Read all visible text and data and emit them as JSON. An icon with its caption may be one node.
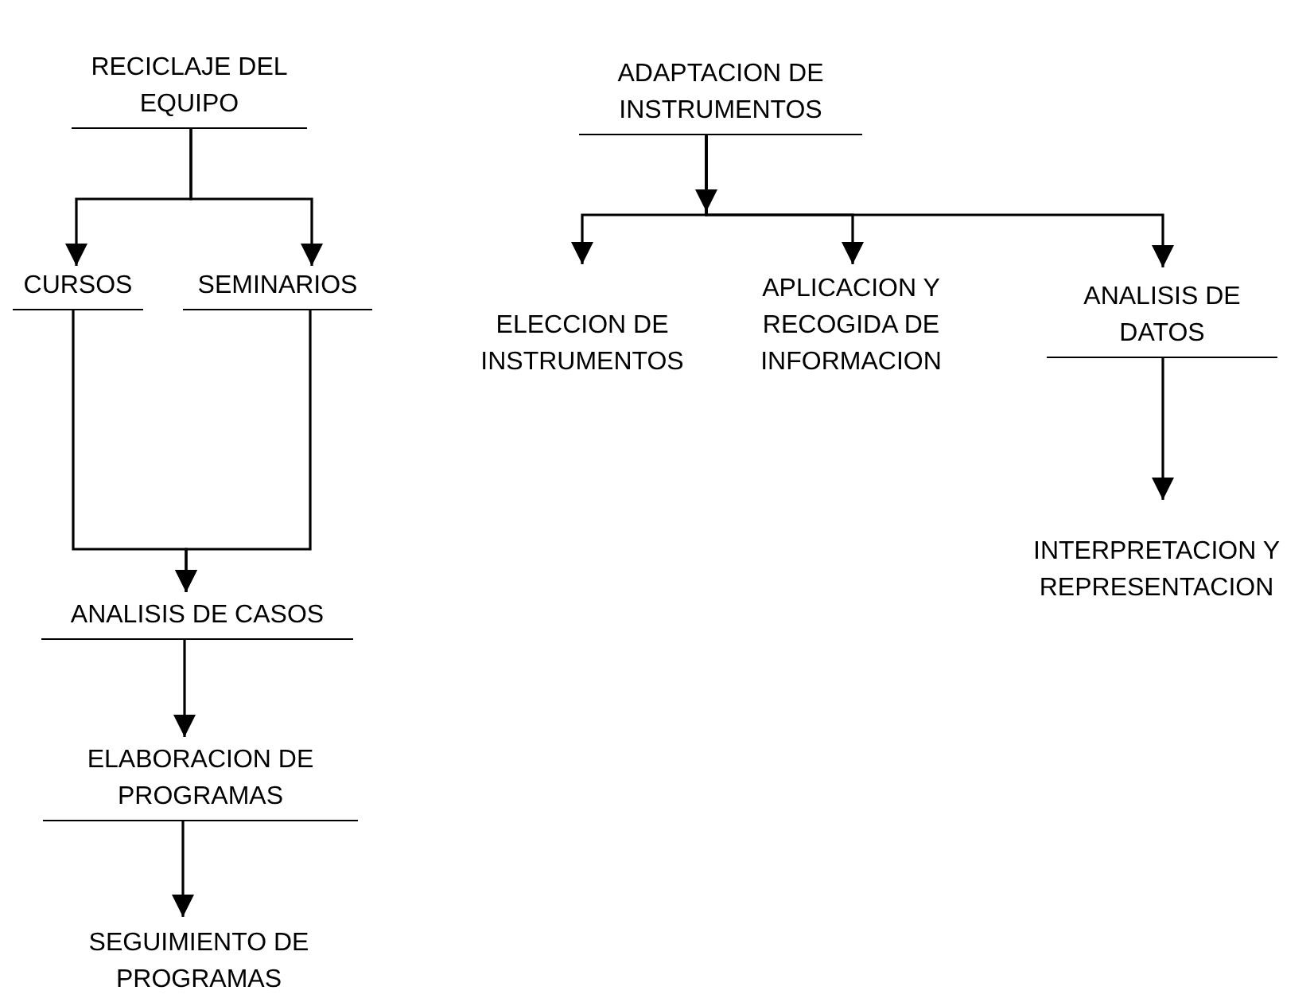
{
  "diagram": {
    "nodes": [
      {
        "text": [
          "RECICLAJE DEL EQUIPO"
        ]
      },
      {
        "text": [
          "CURSOS"
        ]
      },
      {
        "text": [
          "SEMINARIOS"
        ]
      },
      {
        "text": [
          "ANALISIS DE CASOS"
        ]
      },
      {
        "text": [
          "ELABORACION DE PROGRAMAS"
        ]
      },
      {
        "text": [
          "SEGUIMIENTO DE PROGRAMAS"
        ]
      },
      {
        "text": [
          "ADAPTACION DE INSTRUMENTOS"
        ]
      },
      {
        "text": [
          "ELECCION DE INSTRUMENTOS"
        ]
      },
      {
        "text": [
          "APLICACION Y RECOGIDA DE INFORMACION"
        ]
      },
      {
        "text": [
          "ANALISIS DE DATOS"
        ]
      },
      {
        "text": [
          "INTERPRETACION Y REPRESENTACION"
        ]
      }
    ],
    "edges": [
      {
        "from": 0,
        "to": 1,
        "arrow": "to"
      },
      {
        "from": 0,
        "to": 2,
        "arrow": "to"
      },
      {
        "from": 1,
        "to": 3,
        "arrow": "to"
      },
      {
        "from": 2,
        "to": 3,
        "arrow": "to"
      },
      {
        "from": 3,
        "to": 4,
        "arrow": "to"
      },
      {
        "from": 4,
        "to": 5,
        "arrow": "to"
      },
      {
        "from": 6,
        "to": 7,
        "arrow": "to"
      },
      {
        "from": 6,
        "to": 8,
        "arrow": "to"
      },
      {
        "from": 6,
        "to": 9,
        "arrow": "to"
      },
      {
        "from": 9,
        "to": 10,
        "arrow": "to"
      }
    ]
  }
}
